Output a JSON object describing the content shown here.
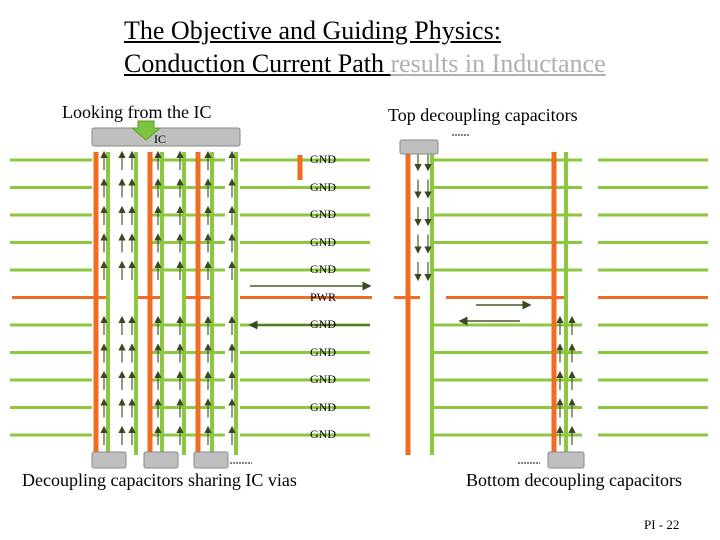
{
  "title": {
    "line1": "The Objective and Guiding Physics:",
    "line2_dark": "Conduction Current Path ",
    "line2_faded": "results in Inductance"
  },
  "labels": {
    "looking_from_ic": "Looking from the IC",
    "top_decoupling": "Top decoupling capacitors",
    "ic": "IC",
    "decoupling_sharing": "Decoupling capacitors sharing IC vias",
    "bottom_decoupling": "Bottom decoupling capacitors"
  },
  "layers": [
    "GND",
    "GND",
    "GND",
    "GND",
    "GND",
    "PWR",
    "GND",
    "GND",
    "GND",
    "GND",
    "GND"
  ],
  "colors": {
    "plane": "#8dc63f",
    "via": "#f26b22",
    "component": "#bfbfbf",
    "arrow": "#4a5a2a",
    "down_arrow": "#7dc241"
  },
  "footer": "PI - 22"
}
